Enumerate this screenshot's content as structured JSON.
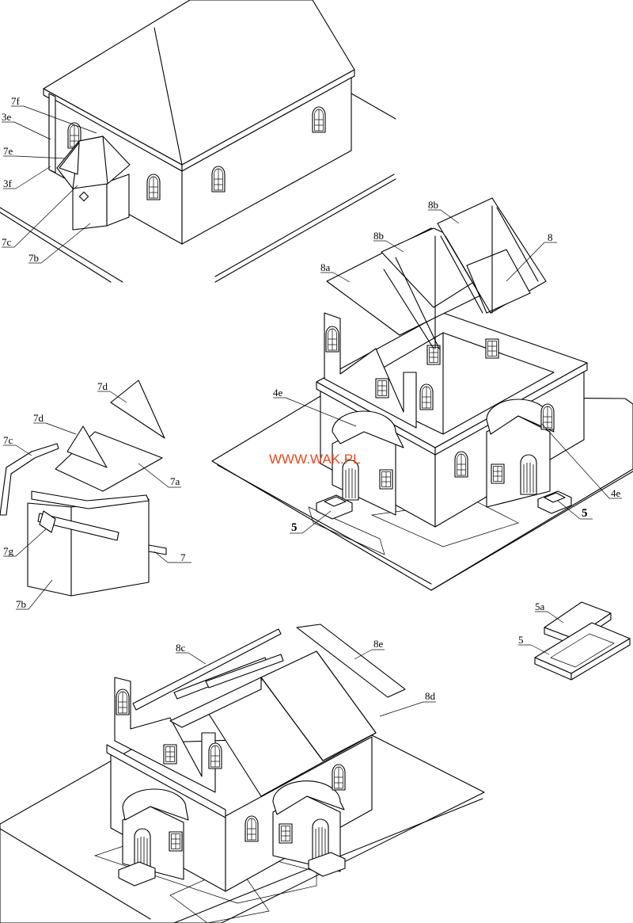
{
  "watermark": "WWW.WAK.PL",
  "watermark_color": "#e8491d",
  "labels": {
    "l7f": "7f",
    "l3e": "3e",
    "l7e": "7e",
    "l3f": "3f",
    "l7c": "7c",
    "l7b": "7b",
    "l8b1": "8b",
    "l8b2": "8b",
    "l8": "8",
    "l8a": "8a",
    "l4e1": "4e",
    "l4e2": "4e",
    "l5a": "5",
    "l5b": "5",
    "l7d1": "7d",
    "l7d2": "7d",
    "l7c2": "7c",
    "l7a": "7a",
    "l7g": "7g",
    "l7": "7",
    "l7b2": "7b",
    "l5a_step": "5a",
    "l5_step": "5",
    "l8c": "8c",
    "l8e": "8e",
    "l8d": "8d"
  }
}
